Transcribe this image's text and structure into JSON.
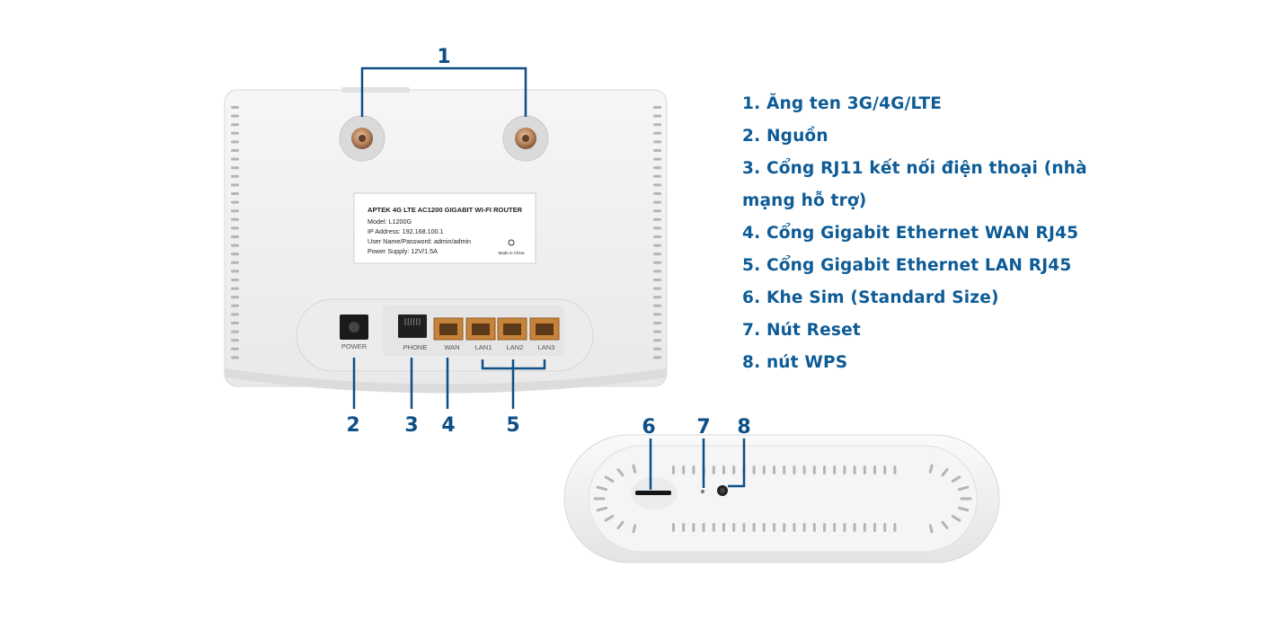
{
  "legend": {
    "items": [
      "1. Ăng ten 3G/4G/LTE",
      "2. Nguồn",
      "3. Cổng RJ11 kết nối điện thoại (nhà",
      "mạng hỗ trợ)",
      "4. Cổng Gigabit Ethernet WAN RJ45",
      "5. Cổng Gigabit Ethernet LAN RJ45",
      "6. Khe Sim (Standard Size)",
      "7. Nút Reset",
      "8. nút WPS"
    ]
  },
  "callouts": {
    "n1": "1",
    "n2": "2",
    "n3": "3",
    "n4": "4",
    "n5": "5",
    "n6": "6",
    "n7": "7",
    "n8": "8"
  },
  "device_label": {
    "title": "APTEK 4G LTE AC1200 GIGABIT WI-FI ROUTER",
    "model": "Model: L1200G",
    "ip": "IP Address: 192.168.100.1",
    "user": "User Name/Password: admin/admin",
    "power": "Power Supply: 12V/1.5A",
    "made_in": "Made in China"
  },
  "ports": {
    "power": "POWER",
    "phone": "PHONE",
    "wan": "WAN",
    "lan1": "LAN1",
    "lan2": "LAN2",
    "lan3": "LAN3"
  },
  "colors": {
    "accent": "#0d5b96",
    "port_orange": "#c8833a",
    "device_body": "#f1f2f2"
  }
}
